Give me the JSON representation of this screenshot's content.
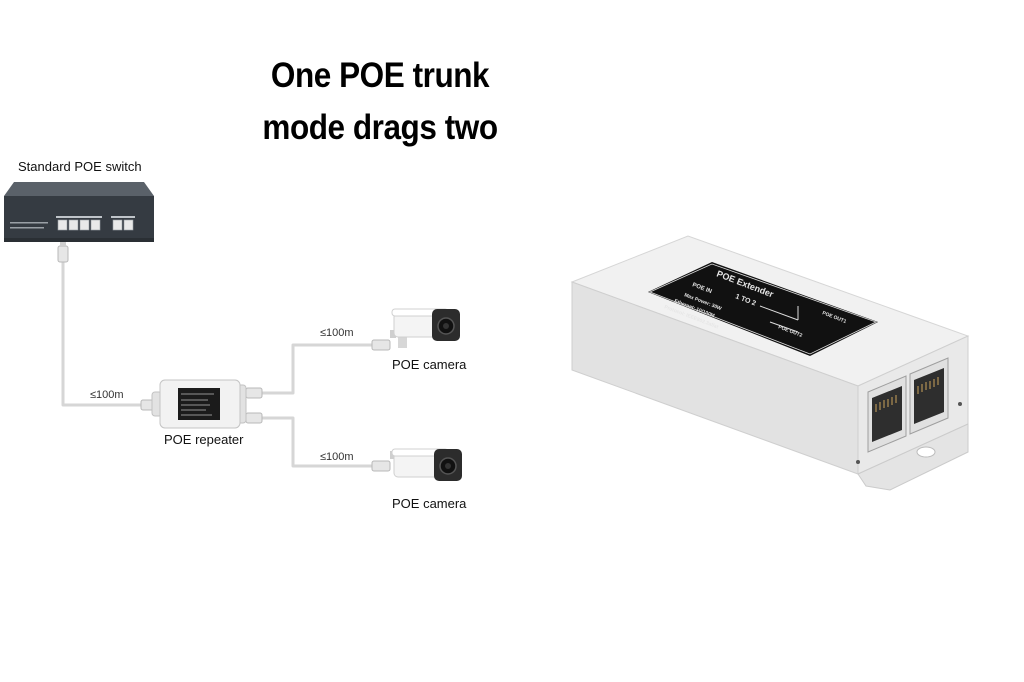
{
  "title": {
    "line1": "One POE trunk",
    "line2": "mode drags two"
  },
  "labels": {
    "switch": "Standard POE switch",
    "repeater": "POE repeater",
    "camera_top": "POE camera",
    "camera_bottom": "POE camera"
  },
  "distances": {
    "trunk": "≤100m",
    "branch_top": "≤100m",
    "branch_bottom": "≤100m"
  },
  "device": {
    "label_title": "POE Extender",
    "line_in": "POE IN",
    "line_mode": "1 TO 2",
    "line_power": "Max Power: 30W",
    "line_ethernet": "Ethernet: 10/100M",
    "line_protocol": "Protocol: IEEE802.3af/at",
    "out1": "POE OUT1",
    "out2": "POE OUT2"
  },
  "colors": {
    "cable": "#d8d8d8",
    "switch_body": "#3d434a",
    "device_body": "#eeeeee",
    "label_bg": "#111111"
  }
}
